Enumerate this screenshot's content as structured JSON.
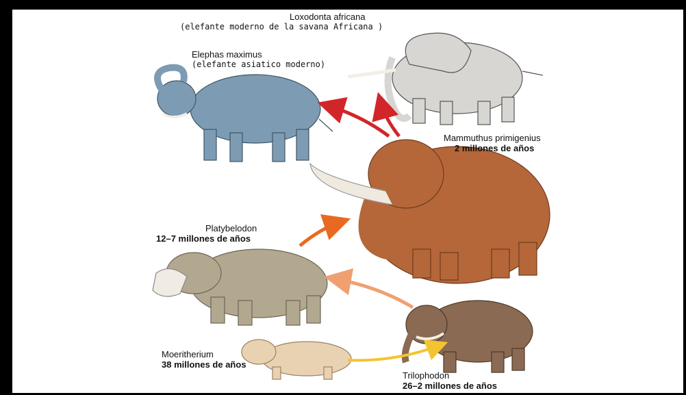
{
  "species": {
    "loxodonta": {
      "name": "Loxodonta africana",
      "sub": "(elefante moderno de la savana Africana )",
      "color": "#d8d6d2"
    },
    "elephas": {
      "name": "Elephas maximus",
      "sub": "(elefante asiatico moderno)",
      "color": "#7d9cb4"
    },
    "mammuthus": {
      "name": "Mammuthus primigenius",
      "sub": "2  millones de años",
      "color": "#b5673a"
    },
    "platybelodon": {
      "name": "Platybelodon",
      "sub": "12–7 millones de años",
      "color": "#b2a890"
    },
    "moeritherium": {
      "name": "Moeritherium",
      "sub": "38 millones de años",
      "color": "#e8d2b2"
    },
    "trilophodon": {
      "name": "Trilophodon",
      "sub": "26–2 millones de años",
      "color": "#8a6a52"
    }
  },
  "arrow_colors": {
    "red": "#d2252a",
    "orange": "#e86a22",
    "peach": "#f0a070",
    "yellow": "#f4c430"
  }
}
